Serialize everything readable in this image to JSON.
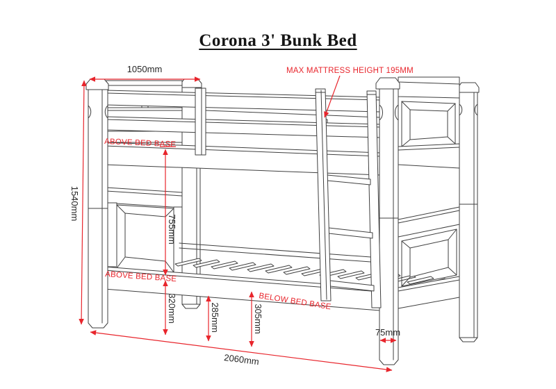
{
  "page": {
    "title": "Corona 3' Bunk Bed"
  },
  "colors": {
    "line_color": "#3f3f3f",
    "dim_color": "#e8252c",
    "text_color": "#262626",
    "background": "#ffffff"
  },
  "labels": {
    "max_mattress_height": "MAX MATTRESS HEIGHT 195MM",
    "above_bed_base_upper": "ABOVE BED BASE",
    "above_bed_base_lower": "ABOVE BED BASE",
    "below_bed_base": "BELOW BED BASE"
  },
  "dimensions": {
    "headboard_width": "1050mm",
    "overall_height": "1540mm",
    "upper_base_above_lower_base": "755mm",
    "lower_base_height": "320mm",
    "under_bed_clearance": "285mm",
    "below_bed_base_clearance": "305mm",
    "overall_length": "2060mm",
    "leg_width": "75mm"
  }
}
